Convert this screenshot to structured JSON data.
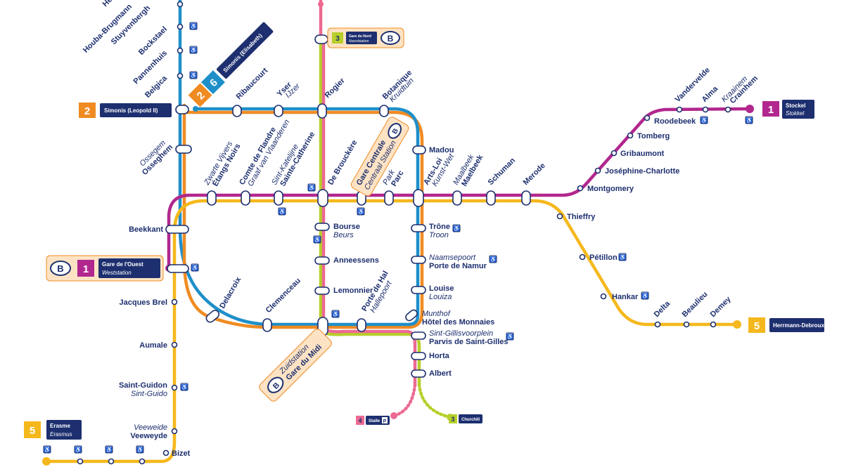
{
  "colors": {
    "line1": "#b2278e",
    "line2": "#f08b22",
    "line5": "#f5b81c",
    "line6": "#1f8fc9",
    "line3": "#b7cf2b",
    "line4": "#ec6a92",
    "navy": "#1d2f6f",
    "station_fill": "#ffffff",
    "sncb_bg": "#fde3c4"
  },
  "icons": [
    "wheelchair-icon",
    "sncb-rail-icon",
    "parking-icon"
  ],
  "badges": {
    "l1_stockel": {
      "num": "1",
      "name": "Stockel",
      "name_alt": "Stokkel"
    },
    "l5_herrmann": {
      "num": "5",
      "name": "Herrmann-Debroux"
    },
    "l2_simonis": {
      "num": "2",
      "name": "Simonis (Leopold II)"
    },
    "l26_simonis": {
      "num_a": "2",
      "num_b": "6",
      "name": "Simonis (Elisabeth)"
    },
    "l1_ouest": {
      "num": "1",
      "name": "Gare de l'Ouest",
      "name_alt": "Weststation"
    },
    "l5_erasme": {
      "num": "5",
      "name": "Erasme",
      "name_alt": "Erasmus"
    },
    "l3_nord": {
      "num": "3",
      "name": "Gare du Nord",
      "name_alt": "Noordstation"
    },
    "l4_stalle": {
      "num": "4",
      "name": "Stalle"
    },
    "l3_churchill": {
      "num": "3",
      "name": "Churchill"
    },
    "midi": {
      "name": "Zuidstation",
      "name_alt": "Gare du Midi"
    },
    "centrale": {
      "name": "Gare Centrale",
      "name_alt": "Centraal Station"
    }
  },
  "stations": {
    "houba": "Houba-Brugmann",
    "heysel": "He",
    "stuyvenbergh": "Stuyvenbergh",
    "bockstael": "Bockstael",
    "pannenhuis": "Pannenhuis",
    "belgica": "Belgica",
    "ribaucourt": "Ribaucourt",
    "yser": "Yser",
    "ijzer": "IJzer",
    "rogier": "Rogier",
    "botanique": "Botanique",
    "kruidtuin": "Kruidtuin",
    "ossegem_fr": "Ossegem",
    "osseghem": "Osseghem",
    "madou": "Madou",
    "zwarte": "Zwarte Vijvers",
    "etangs": "Étangs Noirs",
    "comte": "Comte de Flandre",
    "graaf": "Graaf van Vlaanderen",
    "sintkat": "Sint-Katelijne",
    "steCath": "Sainte-Catherine",
    "debrouckere": "De Brouckère",
    "park": "Park",
    "parc": "Parc",
    "artsloi": "Arts-Loi",
    "kunstwet": "Kunst-Wet",
    "maalbeek_nl": "Maalbeek",
    "maelbeek": "Maelbeek",
    "schuman": "Schuman",
    "merode": "Merode",
    "montgomery": "Montgomery",
    "josephine": "Joséphine-Charlotte",
    "gribaumont": "Gribaumont",
    "tomberg": "Tomberg",
    "roodebeek": "Roodebeek",
    "vandervelde": "Vandervelde",
    "alma": "Alma",
    "kraainem": "Kraainem",
    "crainhem": "Crainhem",
    "thieffry": "Thieffry",
    "petillon": "Pétillon",
    "hankar": "Hankar",
    "delta": "Delta",
    "beaulieu": "Beaulieu",
    "demey": "Demey",
    "beekkant": "Beekkant",
    "bourse": "Bourse",
    "beurs": "Beurs",
    "trone": "Trône",
    "troon": "Troon",
    "anneessens": "Anneessens",
    "naamsepoort": "Naamsepoort",
    "portenamur": "Porte de Namur",
    "lemonnier": "Lemonnier",
    "louise": "Louise",
    "louiza": "Louiza",
    "jacques": "Jacques Brel",
    "delacroix": "Delacroix",
    "clemenceau": "Clemenceau",
    "portehal": "Porte de Hal",
    "hallepoort": "Hallepoort",
    "munthof": "Munthof",
    "monnaies": "Hôtel des Monnaies",
    "sintgillis": "Sint-Gillisvoorplein",
    "parvis": "Parvis de Saint-Gilles",
    "horta": "Horta",
    "albert": "Albert",
    "aumale": "Aumale",
    "saintguidon": "Saint-Guidon",
    "sintguido": "Sint-Guido",
    "veeweide": "Veeweide",
    "veeweyde": "Veeweyde",
    "bizet": "Bizet"
  }
}
